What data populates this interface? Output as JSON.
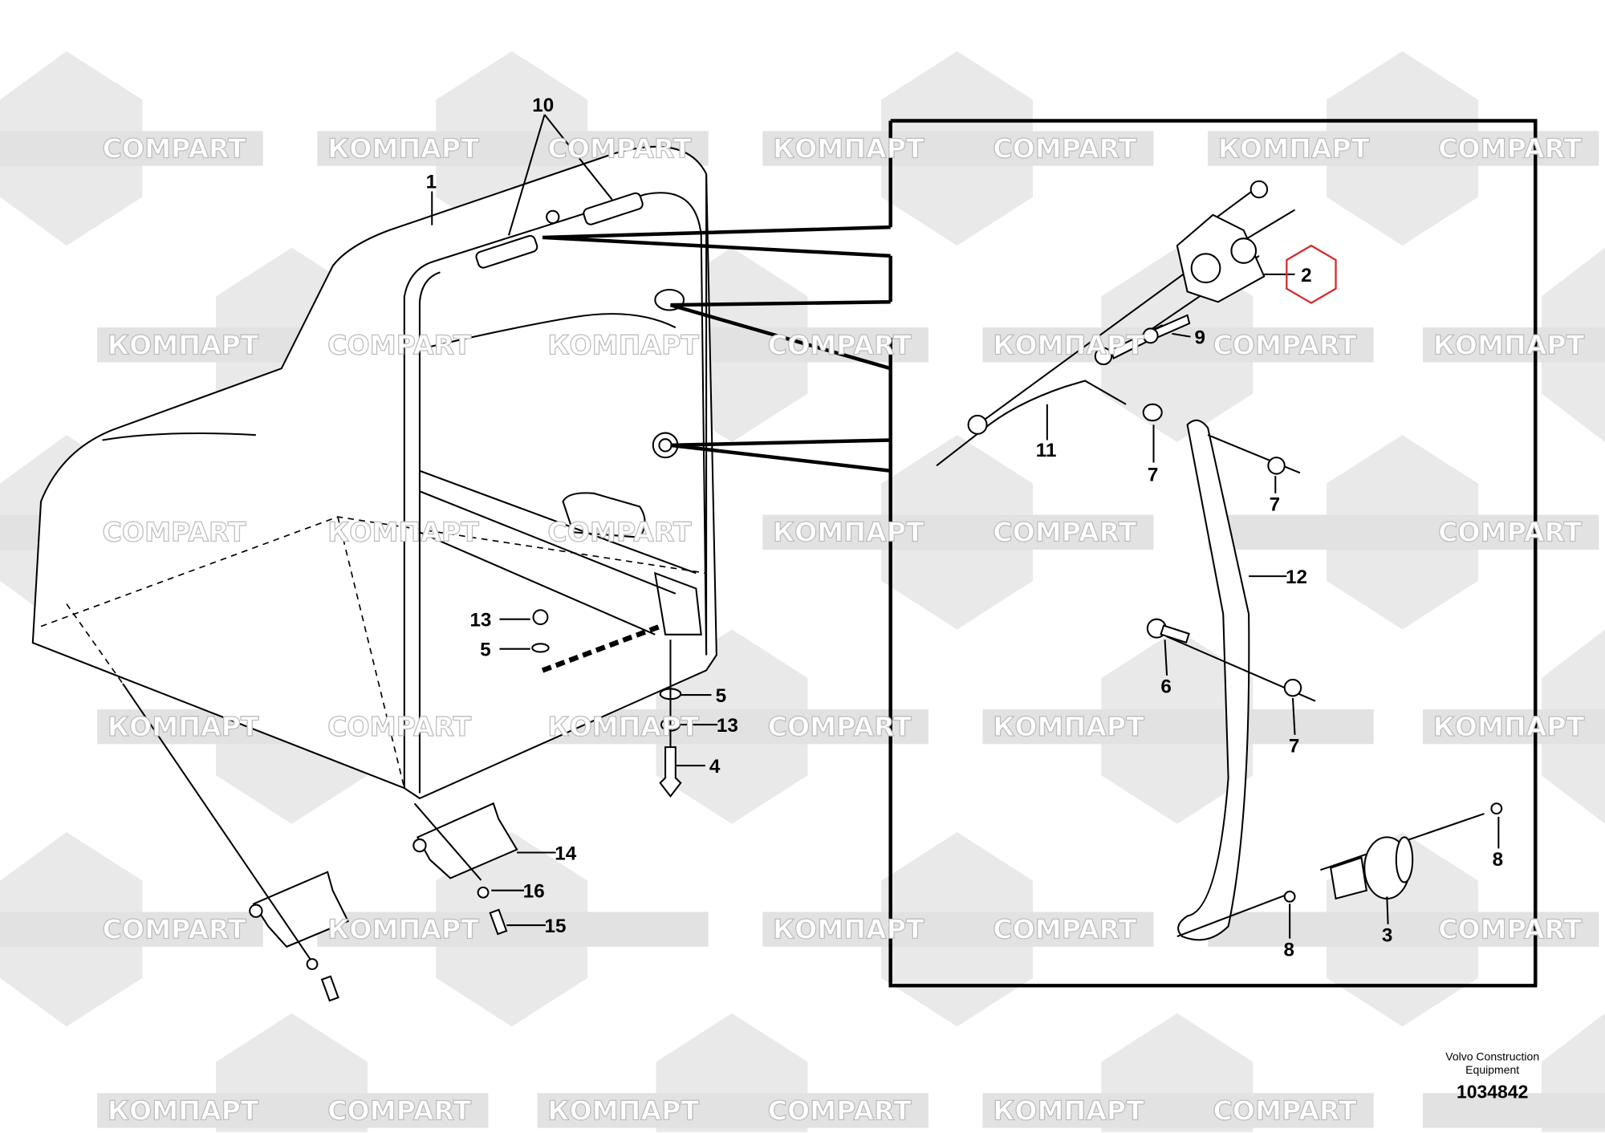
{
  "diagram": {
    "title": "Door latch and hinge assembly",
    "callouts": [
      "10",
      "1",
      "2",
      "9",
      "11",
      "7",
      "7",
      "12",
      "13",
      "5",
      "6",
      "5",
      "13",
      "7",
      "4",
      "14",
      "8",
      "16",
      "15",
      "3",
      "8"
    ],
    "highlighted_callout": "2",
    "highlight_color": "#d62b2b"
  },
  "watermark": {
    "left_text": "КОМПАРТ",
    "right_text": "COMPART"
  },
  "footer": {
    "brand_line1": "Volvo Construction",
    "brand_line2": "Equipment",
    "drawing_number": "1034842"
  }
}
